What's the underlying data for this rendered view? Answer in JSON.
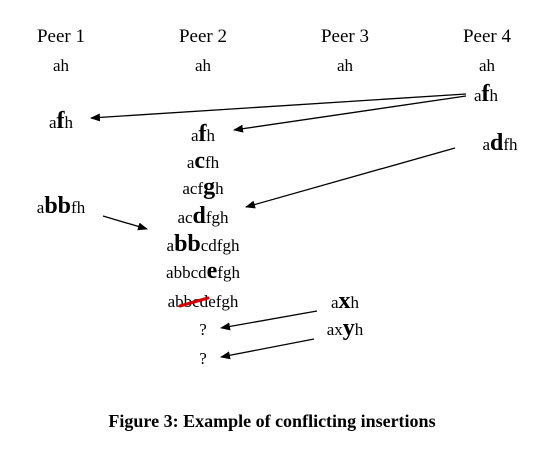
{
  "peers": {
    "p1": "Peer 1",
    "p2": "Peer 2",
    "p3": "Peer 3",
    "p4": "Peer 4"
  },
  "initial": "ah",
  "peer1": {
    "s1": {
      "pre": "a",
      "ins": "f",
      "post": "h"
    },
    "s2": {
      "pre": "a",
      "ins": "bb",
      "post": "fh"
    }
  },
  "peer2": {
    "r1": {
      "pre": "a",
      "ins": "f",
      "post": "h"
    },
    "r2": {
      "pre": "a",
      "ins": "c",
      "post": "fh"
    },
    "r3": {
      "pre": "acf",
      "ins": "g",
      "post": "h"
    },
    "r4": {
      "pre": "ac",
      "ins": "d",
      "post": "fgh"
    },
    "r5": {
      "pre": "a",
      "ins": "bb",
      "post": "cdfgh"
    },
    "r6": {
      "pre": "abbcd",
      "ins": "e",
      "post": "fgh"
    },
    "r7": {
      "pre": "abb",
      "del": "cd",
      "post": "efgh"
    },
    "q1": "?",
    "q2": "?"
  },
  "peer3": {
    "s1": {
      "pre": "a",
      "ins": "x",
      "post": "h"
    },
    "s2": {
      "pre": "ax",
      "ins": "y",
      "post": "h"
    }
  },
  "peer4": {
    "s1": {
      "pre": "a",
      "ins": "f",
      "post": "h"
    },
    "s2": {
      "pre": "a",
      "ins": "d",
      "post": "fh"
    }
  },
  "caption": "Figure 3: Example of conflicting insertions",
  "colors": {
    "strike": "#d40000"
  }
}
